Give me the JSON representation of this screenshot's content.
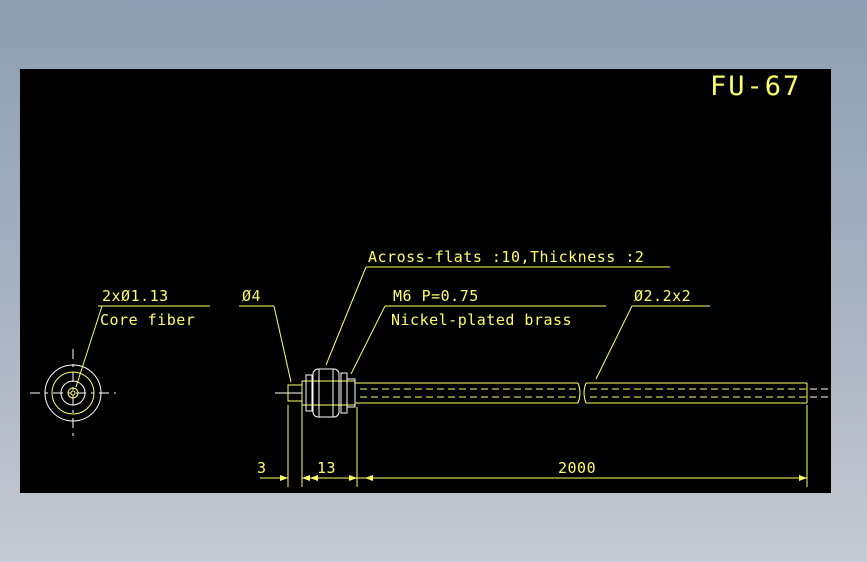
{
  "title": "FU-67",
  "labels": {
    "fiber_spec": "2xØ1.13",
    "fiber_name": "Core fiber",
    "tip_dia": "Ø4",
    "across_flats": "Across-flats :10,Thickness :2",
    "thread": "M6 P=0.75",
    "material": "Nickel-plated brass",
    "cable_dia": "Ø2.2x2"
  },
  "dimensions": {
    "d1": "3",
    "d2": "13",
    "d3": "2000"
  },
  "colors": {
    "line": "#ffff66",
    "outline": "#ffffff",
    "background": "#000000"
  }
}
